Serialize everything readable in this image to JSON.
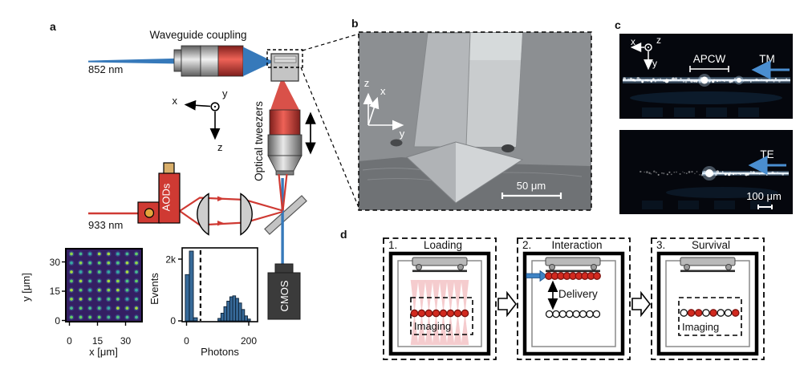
{
  "a": {
    "label": "a",
    "waveguide_coupling": "Waveguide coupling",
    "wavelength_852": "852 nm",
    "wavelength_933": "933 nm",
    "aods": "AODs",
    "optical_tweezers": "Optical tweezers",
    "cmos": "CMOS",
    "axis_x": "x",
    "axis_y": "y",
    "axis_z": "z"
  },
  "tweezer_plot": {
    "xlabel": "x [μm]",
    "ylabel": "y [μm]",
    "xticks": [
      "0",
      "15",
      "30"
    ],
    "yticks": [
      "0",
      "15",
      "30"
    ]
  },
  "histogram": {
    "xlabel": "Photons",
    "ylabel": "Events",
    "xticks": [
      "0",
      "200"
    ],
    "ytick_top": "2k",
    "ytick_bottom": "0"
  },
  "b": {
    "label": "b",
    "scalebar": "50 μm",
    "axis_x": "x",
    "axis_y": "y",
    "axis_z": "z"
  },
  "c": {
    "label": "c",
    "apcw": "APCW",
    "tm": "TM",
    "te": "TE",
    "scalebar": "100 μm",
    "axis_x": "x",
    "axis_y": "y",
    "axis_z": "z"
  },
  "d": {
    "label": "d",
    "steps": [
      {
        "num": "1.",
        "title": "Loading"
      },
      {
        "num": "2.",
        "title": "Interaction"
      },
      {
        "num": "3.",
        "title": "Survival"
      }
    ],
    "delivery": "Delivery",
    "imaging": "Imaging",
    "loading_atoms": [
      1,
      1,
      1,
      1,
      1,
      1,
      1,
      1
    ],
    "interaction_top_atoms": [
      1,
      1,
      1,
      1,
      1,
      1,
      1,
      1,
      1
    ],
    "interaction_bottom_atoms": [
      0,
      0,
      0,
      0,
      0,
      0,
      0,
      0
    ],
    "survival_atoms": [
      0,
      1,
      1,
      0,
      1,
      0,
      0,
      1
    ]
  },
  "colors": {
    "beam_red": "#cf3a33",
    "beam_blue": "#3679ba",
    "arrow_blue": "#3f83c4",
    "atom_red": "#d2291f",
    "tweezer_pink": "#f3c3c6",
    "histogram_bar": "#376a99",
    "aod_orange": "#e3a33c",
    "aod_tan": "#d9af6b"
  },
  "chart_data": [
    {
      "type": "heatmap",
      "title": "Optical tweezer array fluorescence image",
      "xlabel": "x [μm]",
      "ylabel": "y [μm]",
      "xticks": [
        0,
        15,
        30
      ],
      "yticks": [
        0,
        15,
        30
      ],
      "grid_rows": 8,
      "grid_cols": 8,
      "site_spacing_um": 5,
      "x_range_um": [
        0,
        37.5
      ],
      "y_range_um": [
        0,
        37.5
      ],
      "description": "8x8 grid of bright tweezer spots on dark (viridis) background"
    },
    {
      "type": "bar",
      "xlabel": "Photons",
      "ylabel": "Events",
      "xlim": [
        -12,
        230
      ],
      "ylim": [
        0,
        2300
      ],
      "xticks": [
        0,
        200
      ],
      "yticks": [
        0,
        2000
      ],
      "threshold_photons": 45,
      "bars_note": "bin_left = left bin edge in photons",
      "bars": [
        {
          "bin_left": -4,
          "width": 13,
          "count": 1500
        },
        {
          "bin_left": 9,
          "width": 13,
          "count": 2260
        },
        {
          "bin_left": 22,
          "width": 13,
          "count": 100
        },
        {
          "bin_left": 101,
          "width": 9.5,
          "count": 80
        },
        {
          "bin_left": 110.5,
          "width": 9.5,
          "count": 250
        },
        {
          "bin_left": 120,
          "width": 9.5,
          "count": 460
        },
        {
          "bin_left": 129.5,
          "width": 9.5,
          "count": 640
        },
        {
          "bin_left": 139,
          "width": 9.5,
          "count": 780
        },
        {
          "bin_left": 148.5,
          "width": 9.5,
          "count": 810
        },
        {
          "bin_left": 158,
          "width": 9.5,
          "count": 730
        },
        {
          "bin_left": 167.5,
          "width": 9.5,
          "count": 580
        },
        {
          "bin_left": 177,
          "width": 9.5,
          "count": 370
        },
        {
          "bin_left": 186.5,
          "width": 9.5,
          "count": 160
        },
        {
          "bin_left": 196,
          "width": 9.5,
          "count": 60
        }
      ]
    }
  ]
}
